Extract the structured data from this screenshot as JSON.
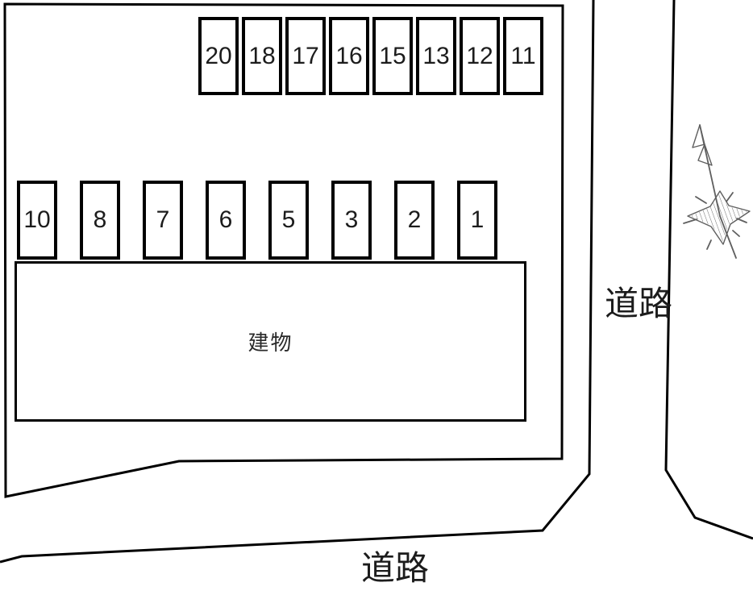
{
  "site_plan": {
    "colors": {
      "background": "#ffffff",
      "line": "#000000",
      "sketch": "#5f5f5f"
    },
    "building": {
      "label": "建物"
    },
    "roads": {
      "right": {
        "label": "道路"
      },
      "bottom": {
        "label": "道路"
      }
    },
    "parking_rows": {
      "top": {
        "spaces": [
          "20",
          "18",
          "17",
          "16",
          "15",
          "13",
          "12",
          "11"
        ]
      },
      "middle": {
        "spaces": [
          "10",
          "8",
          "7",
          "6",
          "5",
          "3",
          "2",
          "1"
        ]
      }
    },
    "icons": {
      "north_arrow": "north-arrow"
    }
  }
}
